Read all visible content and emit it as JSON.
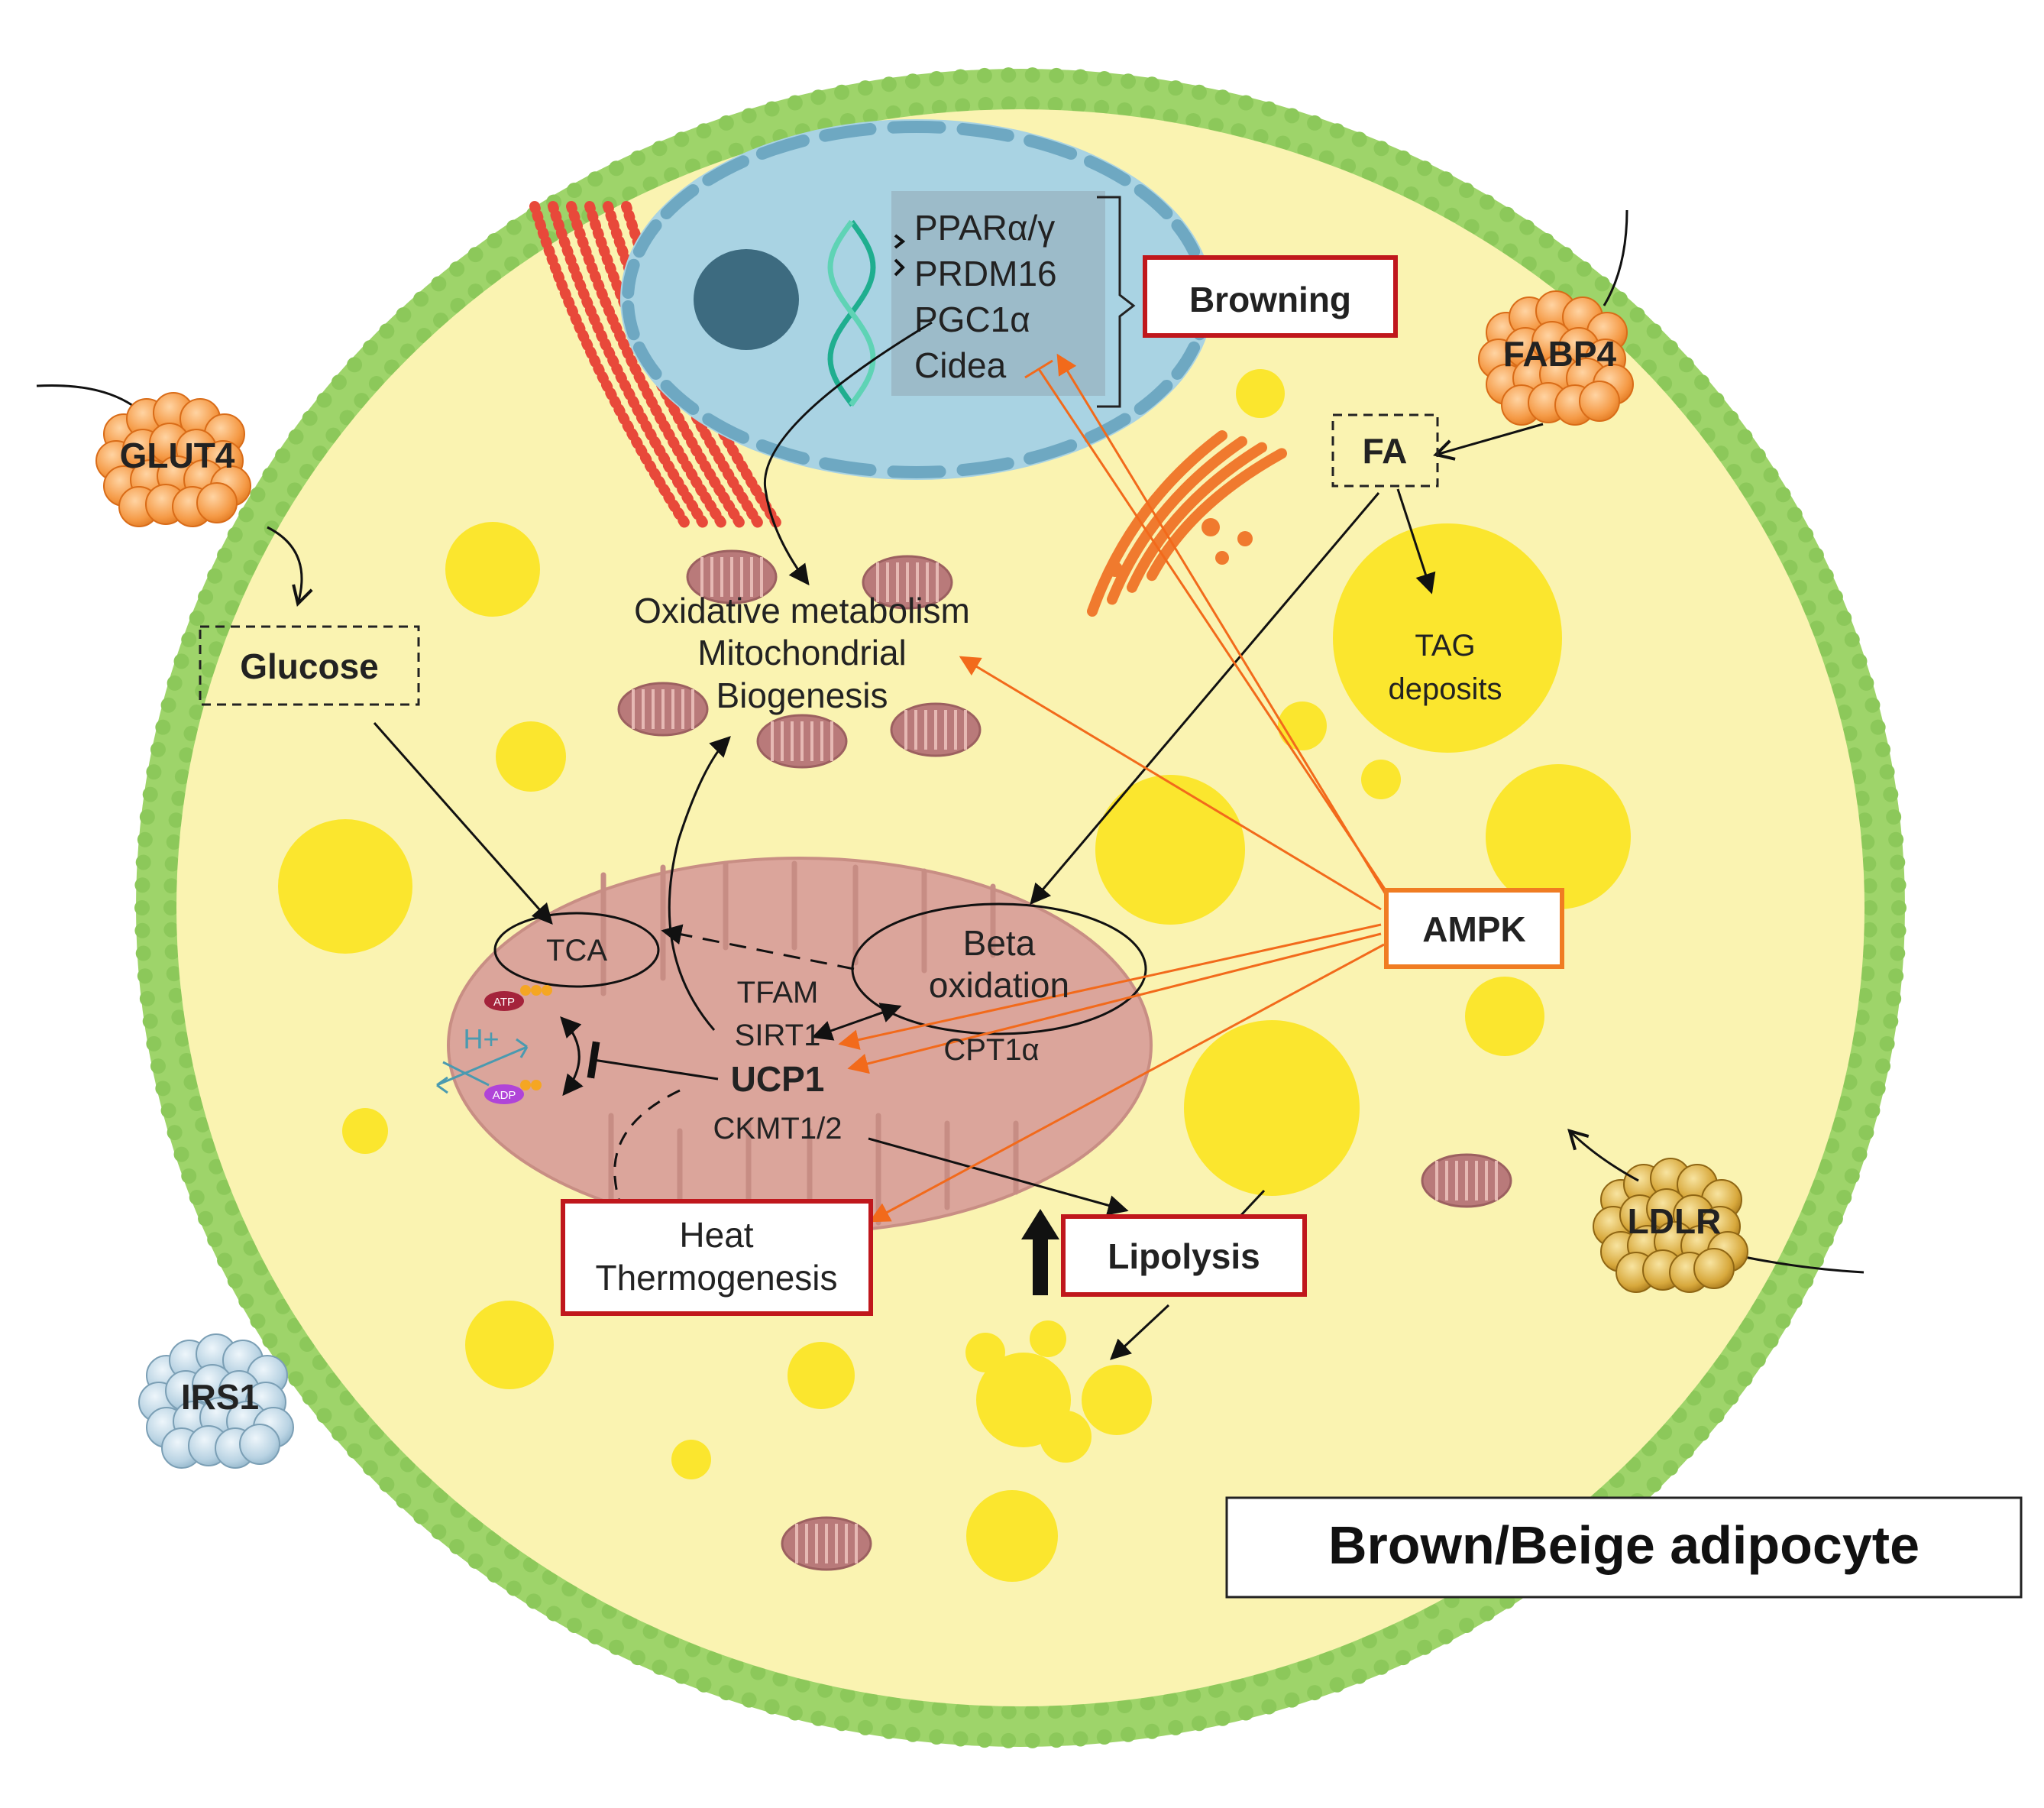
{
  "title": "Brown/Beige adipocyte",
  "transporters": {
    "glut4": "GLUT4",
    "fabp4": "FABP4",
    "ldlr": "LDLR",
    "irs1": "IRS1"
  },
  "metabolites": {
    "glucose": "Glucose",
    "fa": "FA",
    "tag_line1": "TAG",
    "tag_line2": "deposits"
  },
  "nucleus_genes": [
    "PPARα/γ",
    "PRDM16",
    "PGC1α",
    "Cidea"
  ],
  "oxidative": {
    "line1": "Oxidative metabolism",
    "line2": "Mitochondrial",
    "line3": "Biogenesis"
  },
  "mitochondrion": {
    "tca": "TCA",
    "beta_line1": "Beta",
    "beta_line2": "oxidation",
    "tfam": "TFAM",
    "sirt1": "SIRT1",
    "ucp1": "UCP1",
    "ckmt": "CKMT1/2",
    "cpt1a": "CPT1α",
    "h_plus": "H+",
    "atp": "ATP",
    "adp": "ADP"
  },
  "boxes": {
    "browning": "Browning",
    "ampk": "AMPK",
    "lipolysis": "Lipolysis",
    "heat_line1": "Heat",
    "heat_line2": "Thermogenesis"
  },
  "colors": {
    "membrane": "#9ed46a",
    "cytoplasm": "#faf3b1",
    "lipid": "#fbe62e",
    "nucleus": "#a9d3e3",
    "mitochondrion": "#dba59b",
    "red_box": "#c0171c",
    "ampk_box": "#f07c22",
    "orange_arrow": "#f26a1b"
  }
}
